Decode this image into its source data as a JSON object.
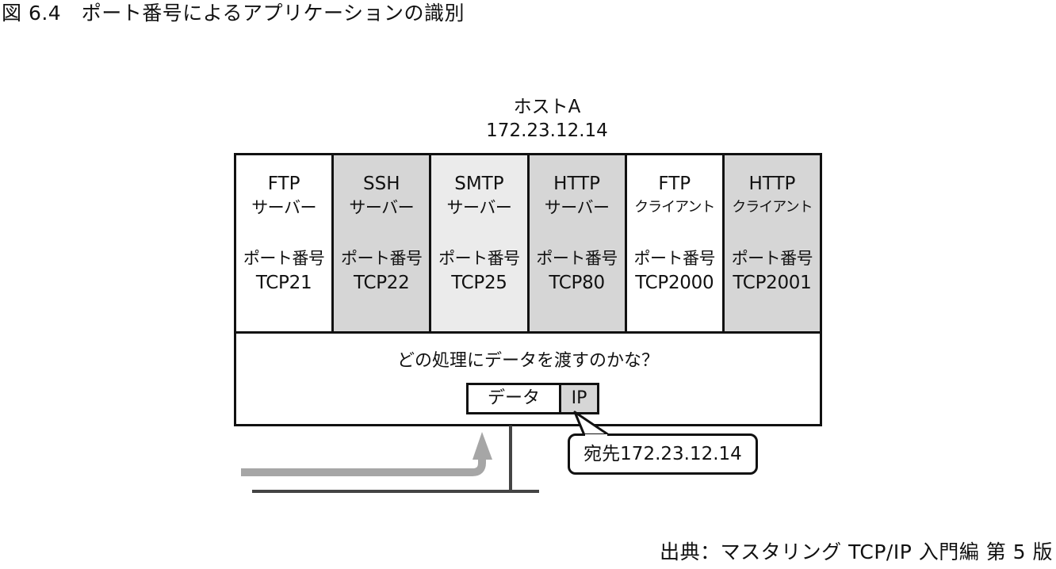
{
  "figure_title": "図 6.4　ポート番号によるアプリケーションの識別",
  "host": {
    "name": "ホストA",
    "ip": "172.23.12.14"
  },
  "cells": [
    {
      "protocol": "FTP",
      "role": "サーバー",
      "role_small": false,
      "port_label": "ポート番号",
      "port": "TCP21",
      "fill": "#ffffff"
    },
    {
      "protocol": "SSH",
      "role": "サーバー",
      "role_small": false,
      "port_label": "ポート番号",
      "port": "TCP22",
      "fill": "#d6d6d6"
    },
    {
      "protocol": "SMTP",
      "role": "サーバー",
      "role_small": false,
      "port_label": "ポート番号",
      "port": "TCP25",
      "fill": "#ebebeb"
    },
    {
      "protocol": "HTTP",
      "role": "サーバー",
      "role_small": false,
      "port_label": "ポート番号",
      "port": "TCP80",
      "fill": "#d6d6d6"
    },
    {
      "protocol": "FTP",
      "role": "クライアント",
      "role_small": true,
      "port_label": "ポート番号",
      "port": "TCP2000",
      "fill": "#ffffff"
    },
    {
      "protocol": "HTTP",
      "role": "クライアント",
      "role_small": true,
      "port_label": "ポート番号",
      "port": "TCP2001",
      "fill": "#d6d6d6"
    }
  ],
  "dispatch": {
    "question": "どの処理にデータを渡すのかな？",
    "packet_data": "データ",
    "packet_ip": "IP"
  },
  "callout": "宛先172.23.12.14",
  "source": "出典：マスタリング TCP/IP 入門編 第 5 版",
  "colors": {
    "line": "#111111",
    "arrow": "#a6a6a6",
    "ip_fill": "#d6d6d6",
    "cell_dark": "#d6d6d6",
    "cell_light": "#ebebeb"
  }
}
